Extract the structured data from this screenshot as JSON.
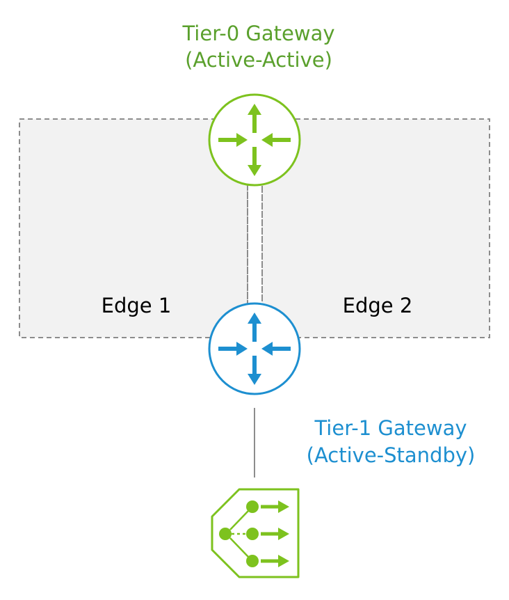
{
  "tier0": {
    "title_line1": "Tier-0 Gateway",
    "title_line2": "(Active-Active)",
    "color": "#5aa02c",
    "icon": "router-icon"
  },
  "tier1": {
    "title_line1": "Tier-1 Gateway",
    "title_line2": "(Active-Standby)",
    "color": "#1d8fd0",
    "icon": "router-icon"
  },
  "edges": [
    {
      "label": "Edge 1"
    },
    {
      "label": "Edge 2"
    }
  ],
  "segment": {
    "icon": "load-balancer-icon",
    "color": "#7dc21e"
  },
  "colors": {
    "edge_fill": "#f2f2f2",
    "edge_border": "#8c8c8c",
    "connector": "#8c8c8c",
    "green_arrows": "#7dc21e"
  }
}
